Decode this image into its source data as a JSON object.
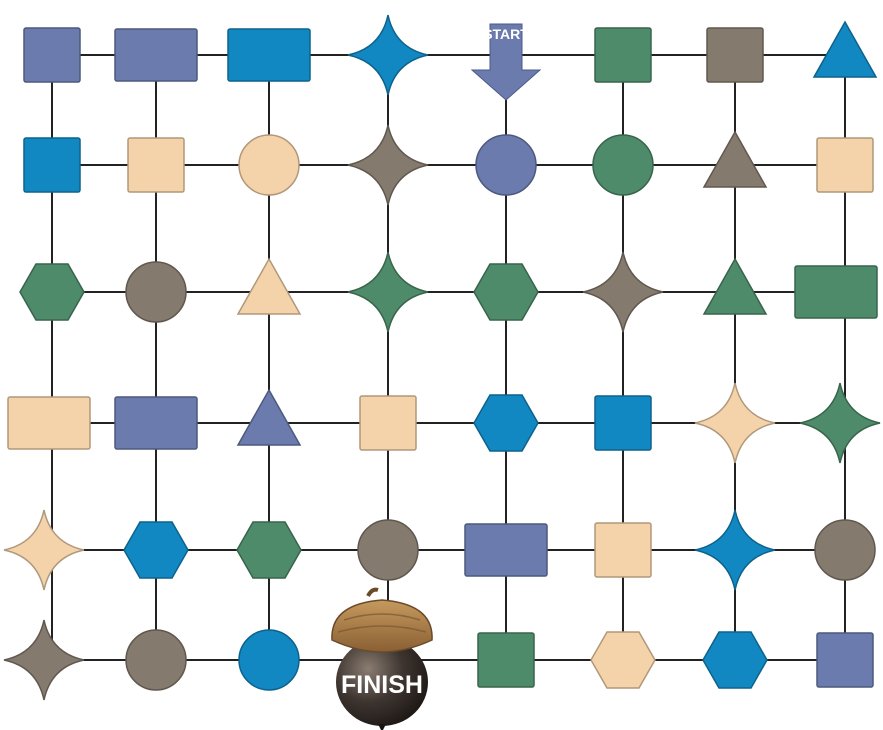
{
  "game": {
    "start_label": "START",
    "finish_label": "FINISH"
  },
  "colors": {
    "slate": "#6B7BAE",
    "teal": "#1288C2",
    "sage": "#4E8B6A",
    "taupe": "#857A6E",
    "sand": "#F5D3AA",
    "line": "#222222",
    "arrow": "#6B7BAE"
  },
  "grid": {
    "rows": [
      [
        {
          "shape": "square",
          "color": "slate"
        },
        {
          "shape": "rect",
          "color": "slate"
        },
        {
          "shape": "rect",
          "color": "teal"
        },
        {
          "shape": "star",
          "color": "teal"
        },
        {
          "shape": "start",
          "color": "arrow"
        },
        {
          "shape": "square",
          "color": "sage"
        },
        {
          "shape": "square",
          "color": "taupe"
        },
        {
          "shape": "triangle",
          "color": "teal"
        }
      ],
      [
        {
          "shape": "square",
          "color": "teal"
        },
        {
          "shape": "square",
          "color": "sand"
        },
        {
          "shape": "circle",
          "color": "sand"
        },
        {
          "shape": "star",
          "color": "taupe"
        },
        {
          "shape": "circle",
          "color": "slate"
        },
        {
          "shape": "circle",
          "color": "sage"
        },
        {
          "shape": "triangle",
          "color": "taupe"
        },
        {
          "shape": "square",
          "color": "sand"
        }
      ],
      [
        {
          "shape": "hexagon",
          "color": "sage"
        },
        {
          "shape": "circle",
          "color": "taupe"
        },
        {
          "shape": "triangle",
          "color": "sand"
        },
        {
          "shape": "star",
          "color": "sage"
        },
        {
          "shape": "hexagon",
          "color": "sage"
        },
        {
          "shape": "star",
          "color": "taupe"
        },
        {
          "shape": "triangle",
          "color": "sage"
        },
        {
          "shape": "rect",
          "color": "sage"
        }
      ],
      [
        {
          "shape": "rect",
          "color": "sand"
        },
        {
          "shape": "rect",
          "color": "slate"
        },
        {
          "shape": "triangle",
          "color": "slate"
        },
        {
          "shape": "square",
          "color": "sand"
        },
        {
          "shape": "hexagon",
          "color": "teal"
        },
        {
          "shape": "square",
          "color": "teal"
        },
        {
          "shape": "star",
          "color": "sand"
        },
        {
          "shape": "star",
          "color": "sage"
        }
      ],
      [
        {
          "shape": "star",
          "color": "sand"
        },
        {
          "shape": "hexagon",
          "color": "teal"
        },
        {
          "shape": "hexagon",
          "color": "sage"
        },
        {
          "shape": "circle",
          "color": "taupe"
        },
        {
          "shape": "rect",
          "color": "slate"
        },
        {
          "shape": "square",
          "color": "sand"
        },
        {
          "shape": "star",
          "color": "teal"
        },
        {
          "shape": "circle",
          "color": "taupe"
        }
      ],
      [
        {
          "shape": "star",
          "color": "taupe"
        },
        {
          "shape": "circle",
          "color": "taupe"
        },
        {
          "shape": "circle",
          "color": "teal"
        },
        {
          "shape": "finish",
          "color": "acorn"
        },
        {
          "shape": "square",
          "color": "sage"
        },
        {
          "shape": "hexagon",
          "color": "sand"
        },
        {
          "shape": "hexagon",
          "color": "teal"
        },
        {
          "shape": "square",
          "color": "slate"
        }
      ]
    ]
  }
}
